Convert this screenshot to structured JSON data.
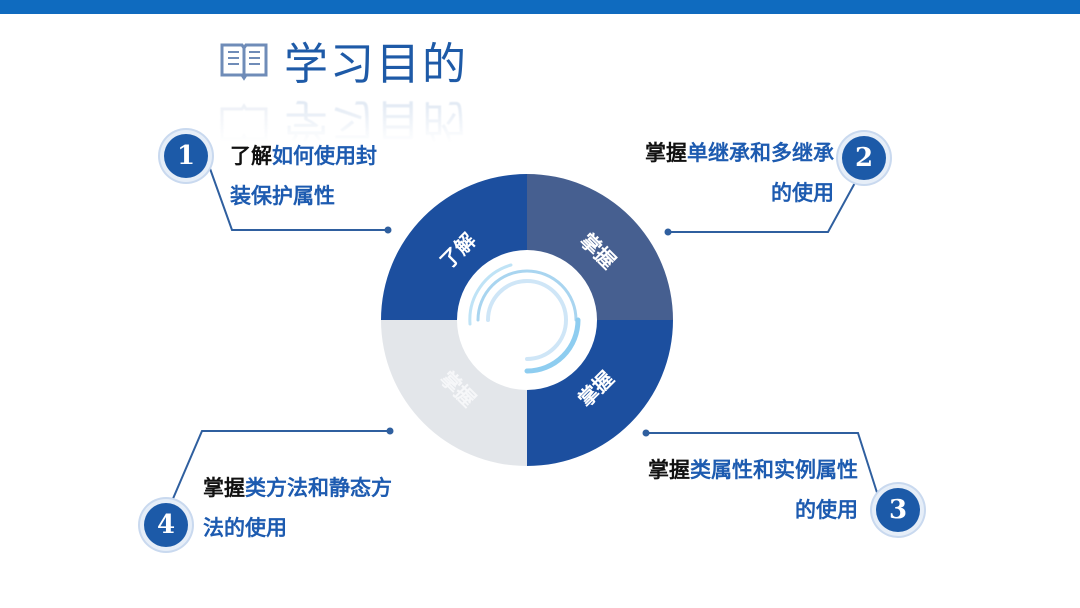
{
  "title": "学习目的",
  "center_ring": {
    "segments": [
      {
        "label": "了解",
        "color": "#1c4f9f"
      },
      {
        "label": "掌握",
        "color": "#465f90"
      },
      {
        "label": "掌握",
        "color": "#1c4f9f"
      },
      {
        "label": "掌握",
        "color": "#e3e6ea"
      }
    ]
  },
  "items": [
    {
      "number": "1",
      "verb": "了解",
      "object_line1": "如何使用封",
      "object_line2": "装保护属性"
    },
    {
      "number": "2",
      "verb": "掌握",
      "object_line1": "单继承和多继承",
      "object_line2": "的使用"
    },
    {
      "number": "3",
      "verb": "掌握",
      "object_line1": "类属性和实例属性",
      "object_line2": "的使用"
    },
    {
      "number": "4",
      "verb": "掌握",
      "object_line1": "类方法和静态方",
      "object_line2": "法的使用"
    }
  ],
  "colors": {
    "brand_blue": "#0f6bbf",
    "accent_blue": "#1d5bb0",
    "line_blue": "#2f5f9f"
  }
}
